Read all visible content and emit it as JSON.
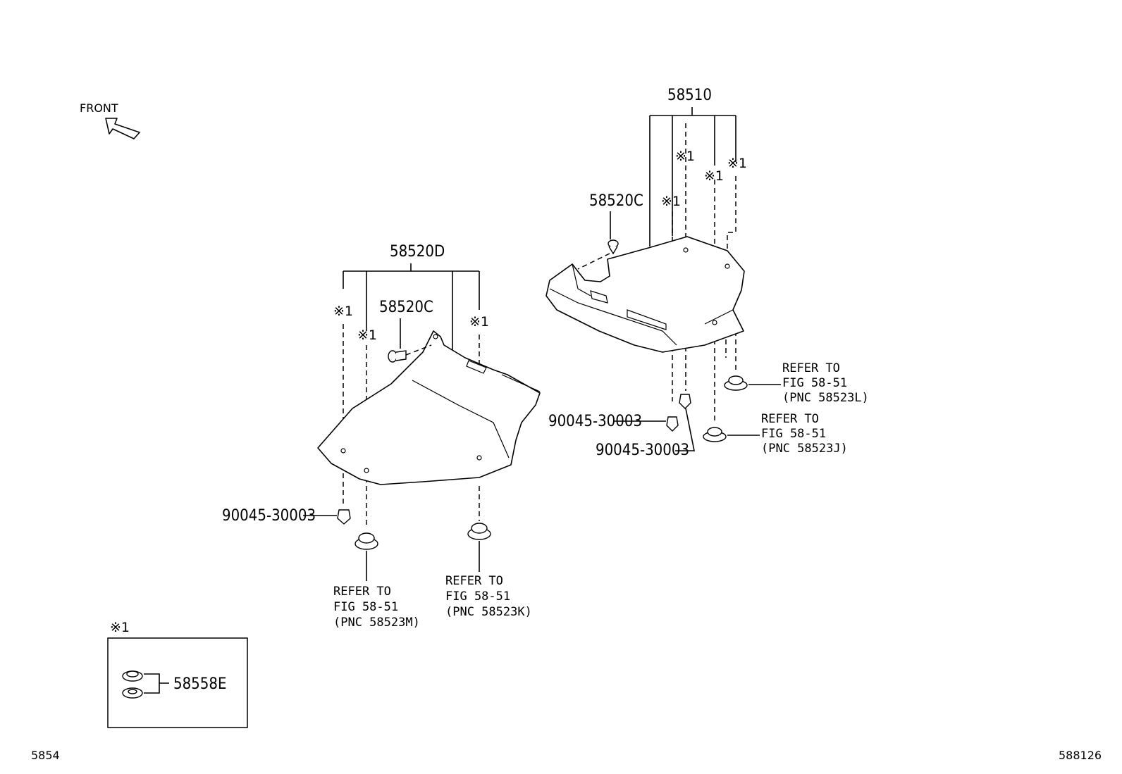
{
  "front_label": "FRONT",
  "mark": "※1",
  "labels": {
    "p58510": "58510",
    "p58520C_right": "58520C",
    "p58520D": "58520D",
    "p58520C_left": "58520C",
    "p90045_left": "90045-30003",
    "p90045_right_a": "90045-30003",
    "p90045_right_b": "90045-30003",
    "p58558E": "58558E"
  },
  "refs": {
    "ref_L": [
      "REFER TO",
      "FIG 58-51",
      "(PNC 58523L)"
    ],
    "ref_J": [
      "REFER TO",
      "FIG 58-51",
      "(PNC 58523J)"
    ],
    "ref_M": [
      "REFER TO",
      "FIG 58-51",
      "(PNC 58523M)"
    ],
    "ref_K": [
      "REFER TO",
      "FIG 58-51",
      "(PNC 58523K)"
    ]
  },
  "footer": {
    "left_code": "5854",
    "right_code": "588126"
  }
}
